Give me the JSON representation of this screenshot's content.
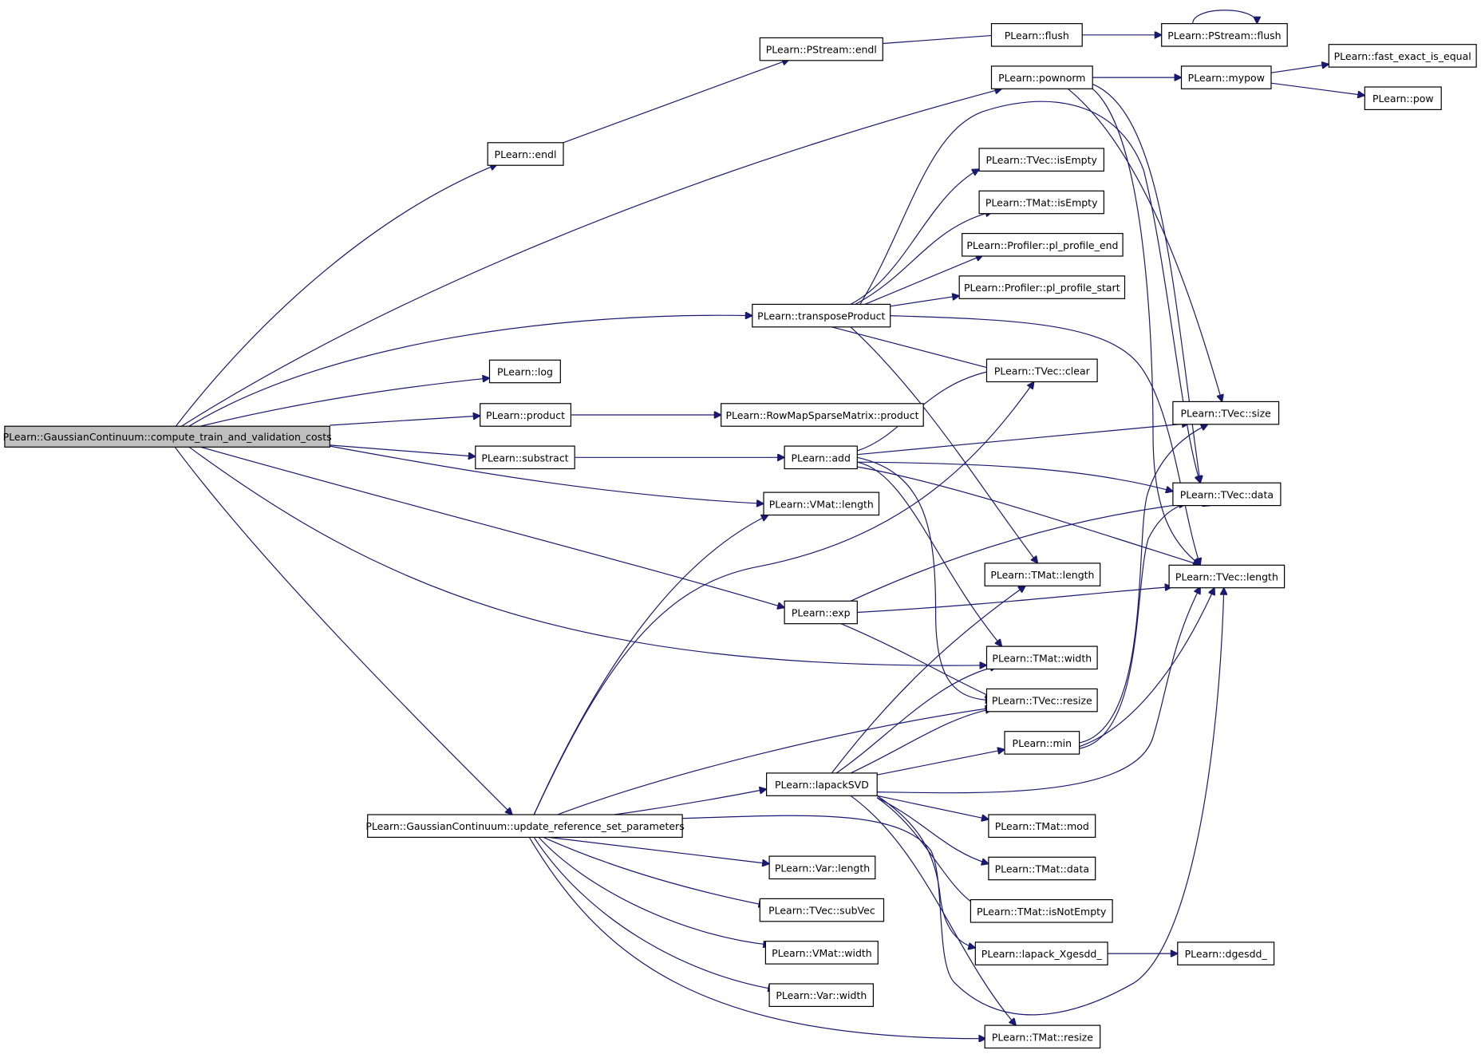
{
  "graph": {
    "title": "",
    "nodes": [
      {
        "id": "root",
        "label": "PLearn::GaussianContinuum::compute_train_and_validation_costs",
        "root": true
      },
      {
        "id": "endl",
        "label": "PLearn::endl"
      },
      {
        "id": "pstream_endl",
        "label": "PLearn::PStream::endl"
      },
      {
        "id": "flush",
        "label": "PLearn::flush"
      },
      {
        "id": "pstream_flush",
        "label": "PLearn::PStream::flush"
      },
      {
        "id": "pownorm",
        "label": "PLearn::pownorm"
      },
      {
        "id": "mypow",
        "label": "PLearn::mypow"
      },
      {
        "id": "fast_exact",
        "label": "PLearn::fast_exact_is_equal"
      },
      {
        "id": "pow",
        "label": "PLearn::pow"
      },
      {
        "id": "tvec_isempty",
        "label": "PLearn::TVec::isEmpty"
      },
      {
        "id": "tmat_isempty",
        "label": "PLearn::TMat::isEmpty"
      },
      {
        "id": "prof_end",
        "label": "PLearn::Profiler::pl_profile_end"
      },
      {
        "id": "prof_start",
        "label": "PLearn::Profiler::pl_profile_start"
      },
      {
        "id": "transposeProduct",
        "label": "PLearn::transposeProduct"
      },
      {
        "id": "log",
        "label": "PLearn::log"
      },
      {
        "id": "tvec_clear",
        "label": "PLearn::TVec::clear"
      },
      {
        "id": "product",
        "label": "PLearn::product"
      },
      {
        "id": "rowmap_product",
        "label": "PLearn::RowMapSparseMatrix::product"
      },
      {
        "id": "tvec_size",
        "label": "PLearn::TVec::size"
      },
      {
        "id": "substract",
        "label": "PLearn::substract"
      },
      {
        "id": "add",
        "label": "PLearn::add"
      },
      {
        "id": "tvec_data",
        "label": "PLearn::TVec::data"
      },
      {
        "id": "vmat_length",
        "label": "PLearn::VMat::length"
      },
      {
        "id": "tmat_length",
        "label": "PLearn::TMat::length"
      },
      {
        "id": "tvec_length",
        "label": "PLearn::TVec::length"
      },
      {
        "id": "exp",
        "label": "PLearn::exp"
      },
      {
        "id": "tmat_width",
        "label": "PLearn::TMat::width"
      },
      {
        "id": "tvec_resize",
        "label": "PLearn::TVec::resize"
      },
      {
        "id": "min",
        "label": "PLearn::min"
      },
      {
        "id": "lapackSVD",
        "label": "PLearn::lapackSVD"
      },
      {
        "id": "update_ref",
        "label": "PLearn::GaussianContinuum::update_reference_set_parameters"
      },
      {
        "id": "tmat_mod",
        "label": "PLearn::TMat::mod"
      },
      {
        "id": "var_length",
        "label": "PLearn::Var::length"
      },
      {
        "id": "tmat_data",
        "label": "PLearn::TMat::data"
      },
      {
        "id": "tvec_subvec",
        "label": "PLearn::TVec::subVec"
      },
      {
        "id": "tmat_isnotempty",
        "label": "PLearn::TMat::isNotEmpty"
      },
      {
        "id": "vmat_width",
        "label": "PLearn::VMat::width"
      },
      {
        "id": "lapack_xgesdd",
        "label": "PLearn::lapack_Xgesdd_"
      },
      {
        "id": "dgesdd",
        "label": "PLearn::dgesdd_"
      },
      {
        "id": "var_width",
        "label": "PLearn::Var::width"
      },
      {
        "id": "tmat_resize",
        "label": "PLearn::TMat::resize"
      }
    ]
  }
}
